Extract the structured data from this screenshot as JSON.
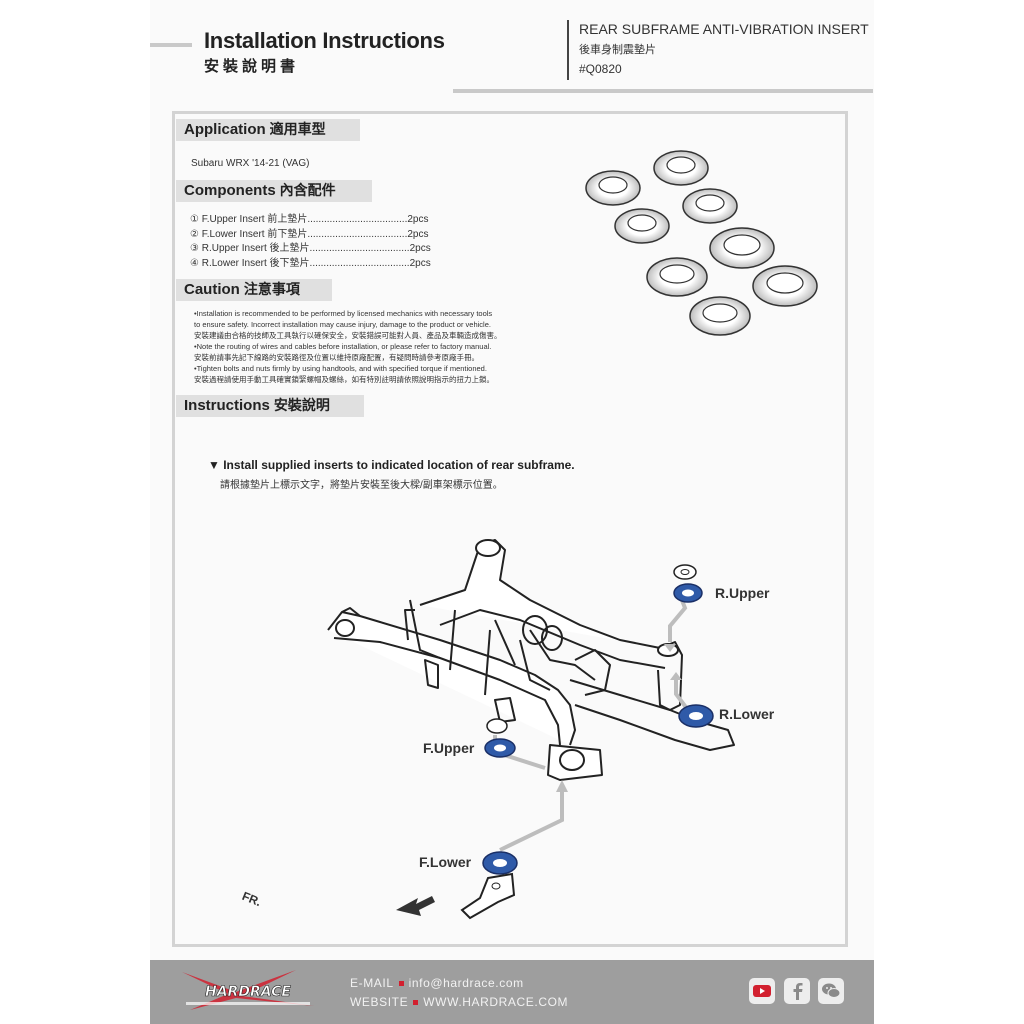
{
  "header": {
    "title": "Installation Instructions",
    "title_cn": "安裝說明書",
    "product": "REAR SUBFRAME ANTI-VIBRATION INSERT",
    "product_cn": "後車身制震墊片",
    "code": "#Q0820"
  },
  "application": {
    "heading": "Application",
    "heading_cn": "適用車型",
    "vehicle": "Subaru WRX '14-21 (VAG)"
  },
  "components": {
    "heading": "Components",
    "heading_cn": "內含配件",
    "items": [
      {
        "text": "① F.Upper Insert  前上墊片....................................2pcs"
      },
      {
        "text": "② F.Lower Insert  前下墊片....................................2pcs"
      },
      {
        "text": "③ R.Upper Insert 後上墊片....................................2pcs"
      },
      {
        "text": "④ R.Lower Insert 後下墊片....................................2pcs"
      }
    ]
  },
  "caution": {
    "heading": "Caution",
    "heading_cn": "注意事項",
    "lines": [
      "•Installation is recommended to be performed by licensed mechanics with necessary tools",
      "  to ensure safety. Incorrect installation may cause injury, damage to the product or vehicle.",
      "  安裝建議由合格的技師及工具執行以確保安全，安裝錯誤可能對人員、產品及車輛造成傷害。",
      "•Note the routing of wires and cables before installation, or please refer to factory manual.",
      "  安裝前請事先記下線路的安裝路徑及位置以維持原廠配置，有疑問時請參考原廠手冊。",
      "•Tighten bolts and nuts firmly by using handtools, and with specified torque if mentioned.",
      "  安裝過程請使用手動工具確實鎖緊螺帽及螺絲，如有特別註明請依照說明指示的扭力上鎖。"
    ]
  },
  "instructions": {
    "heading": "Instructions",
    "heading_cn": "安裝說明",
    "step_en": "▼ Install supplied inserts to indicated location of rear subframe.",
    "step_cn": "請根據墊片上標示文字，將墊片安裝至後大樑/副車架標示位置。",
    "labels": {
      "r_upper": "R.Upper",
      "r_lower": "R.Lower",
      "f_upper": "F.Upper",
      "f_lower": "F.Lower",
      "front": "FR."
    }
  },
  "footer": {
    "brand": "HARDRACE",
    "email_label": "E-MAIL",
    "email": "info@hardrace.com",
    "website_label": "WEBSITE",
    "website": "WWW.HARDRACE.COM",
    "icons": [
      "youtube-icon",
      "facebook-icon",
      "wechat-icon"
    ]
  },
  "colors": {
    "insert_blue": "#2f5aa8",
    "brand_red": "#d2202f",
    "section_gray": "#e0e0e0",
    "footer_gray": "#9e9e9e"
  }
}
